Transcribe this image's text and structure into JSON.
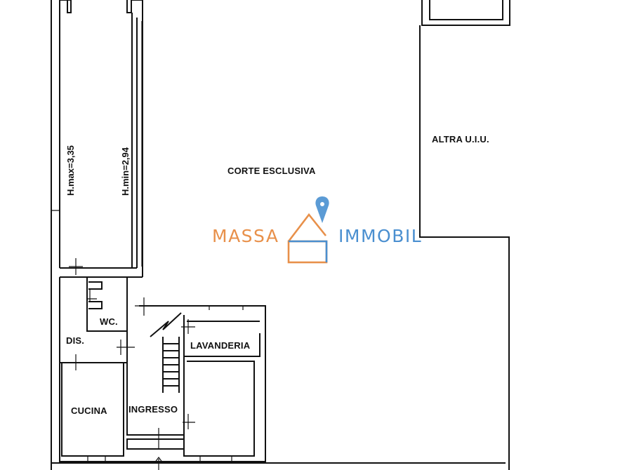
{
  "rooms": {
    "corte": "CORTE ESCLUSIVA",
    "altra": "ALTRA U.I.U.",
    "wc": "WC.",
    "dis": "DIS.",
    "lavanderia": "LAVANDERIA",
    "cucina": "CUCINA",
    "ingresso": "INGRESSO"
  },
  "heights": {
    "hmax": "H.max=3,35",
    "hmin": "H.min=2,94"
  },
  "watermark": {
    "left": "MASSA",
    "right": "IMMOBIL",
    "left_color": "#e8904a",
    "right_color": "#4a8fd0",
    "pin_color": "#5b9bd5"
  }
}
